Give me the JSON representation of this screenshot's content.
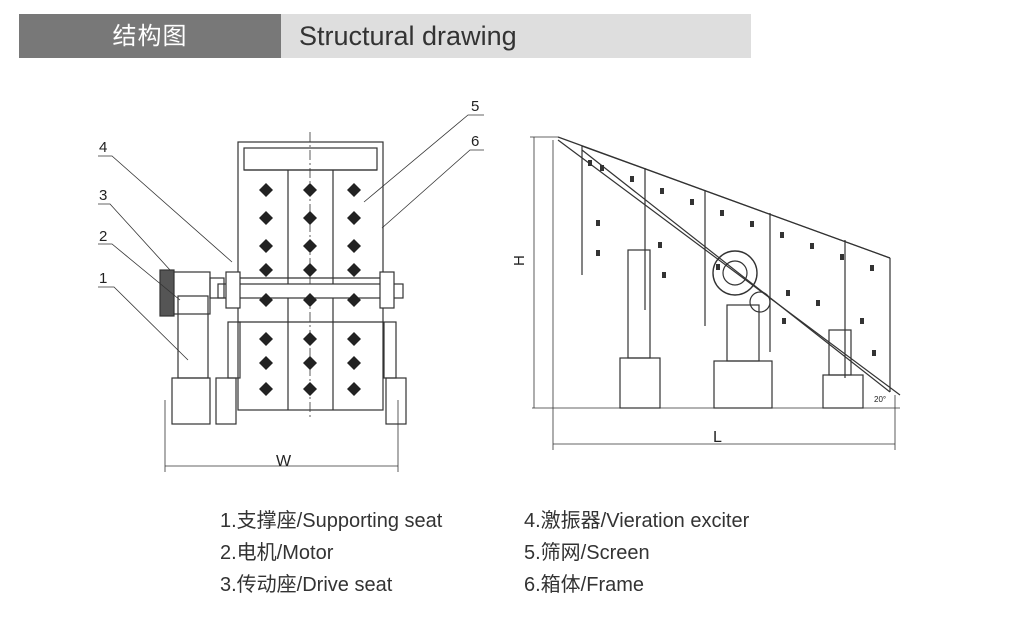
{
  "header": {
    "title_cn": "结构图",
    "title_en": "Structural drawing"
  },
  "front_view": {
    "callouts": [
      "1",
      "2",
      "3",
      "4",
      "5",
      "6"
    ],
    "width_label": "W"
  },
  "side_view": {
    "height_label": "H",
    "length_label": "L",
    "angle_label": "20°"
  },
  "legend": {
    "left": [
      "1.支撑座/Supporting seat",
      "2.电机/Motor",
      "3.传动座/Drive seat"
    ],
    "right": [
      "4.激振器/Vieration exciter",
      "5.筛网/Screen",
      "6.箱体/Frame"
    ]
  },
  "colors": {
    "header_dark": "#787878",
    "header_light": "#dedede",
    "line": "#333333"
  }
}
